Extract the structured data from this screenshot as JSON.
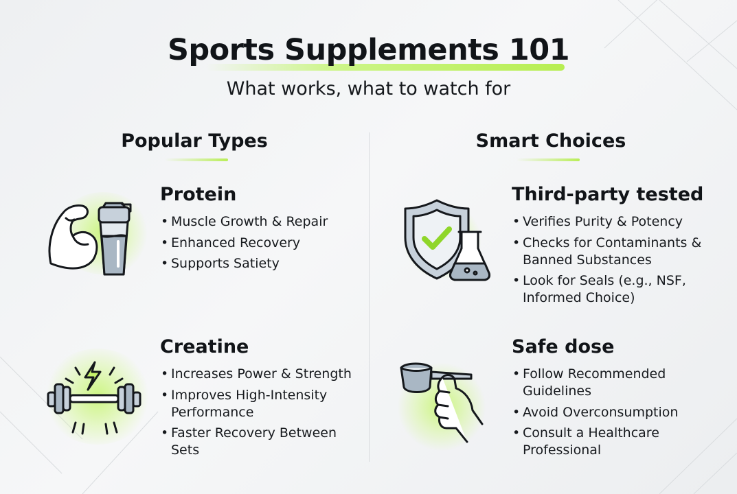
{
  "header": {
    "title": "Sports Supplements 101",
    "subtitle": "What works, what to watch for"
  },
  "columns": {
    "left": {
      "heading": "Popular Types"
    },
    "right": {
      "heading": "Smart Choices"
    }
  },
  "cards": {
    "protein": {
      "title": "Protein",
      "icon": "bicep-shaker-icon",
      "bullets": [
        "Muscle Growth & Repair",
        "Enhanced Recovery",
        "Supports Satiety"
      ]
    },
    "creatine": {
      "title": "Creatine",
      "icon": "dumbbell-bolt-icon",
      "bullets": [
        "Increases Power & Strength",
        "Improves High-Intensity Performance",
        "Faster Recovery Between Sets"
      ]
    },
    "third_party": {
      "title": "Third-party tested",
      "icon": "shield-flask-icon",
      "bullets": [
        "Verifies Purity & Potency",
        "Checks for Contaminants & Banned Substances",
        "Look for Seals (e.g., NSF, Informed Choice)"
      ]
    },
    "safe_dose": {
      "title": "Safe dose",
      "icon": "scoop-hand-icon",
      "bullets": [
        "Follow Recommended Guidelines",
        "Avoid Overconsumption",
        "Consult a Healthcare Professional"
      ]
    }
  },
  "colors": {
    "accent": "#b9ee58",
    "ink": "#111418",
    "icon_fill": "#a9b7c4",
    "icon_fill_light": "#d6dee6"
  }
}
